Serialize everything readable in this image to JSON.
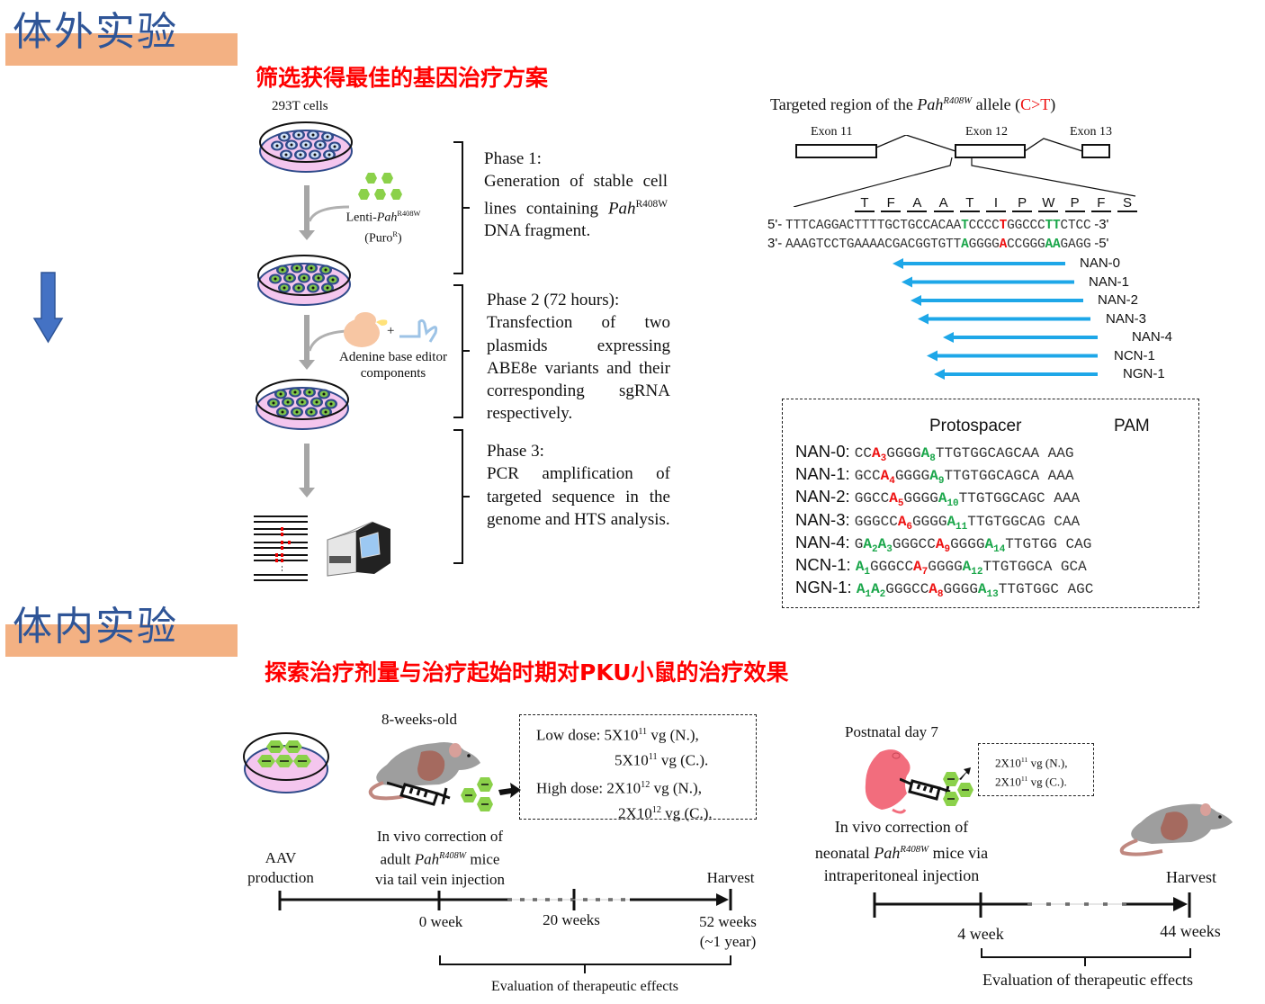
{
  "sections": {
    "in_vitro": {
      "title": "体外实验",
      "subtitle": "筛选获得最佳的基因治疗方案"
    },
    "in_vivo": {
      "title": "体内实验",
      "subtitle": "探索治疗剂量与治疗起始时期对PKU小鼠的治疗效果"
    }
  },
  "colors": {
    "title_blue": "#2f5597",
    "band_orange": "#f3b183",
    "subtitle_red": "#ff0000",
    "arrow_blue": "#4472c4",
    "guide_arrow": "#1ea7e8",
    "edit_red": "#ee1111",
    "edit_green": "#1aa64a"
  },
  "workflow": {
    "cells_label": "293T cells",
    "lenti_label": "Lenti-",
    "lenti_gene": "Pah",
    "lenti_sup": "R408W",
    "puro_label": "(Puro",
    "puro_sup": "R",
    "puro_close": ")",
    "abe_label_line1": "Adenine base editor",
    "abe_label_line2": "components",
    "plus": "+"
  },
  "phases": [
    {
      "title": "Phase 1:",
      "text_a": "Generation of stable cell lines containing ",
      "gene": "Pah",
      "sup": "R408W",
      "text_b": " DNA fragment."
    },
    {
      "title": "Phase 2 (72 hours):",
      "text": "Transfection of two plasmids expressing ABE8e variants and their corresponding sgRNA respectively."
    },
    {
      "title": "Phase 3:",
      "text": "PCR amplification of targeted sequence in the genome and HTS analysis."
    }
  ],
  "target_region": {
    "title_a": "Targeted region of the ",
    "gene": "Pah",
    "sup": "R408W",
    "title_b": " allele (",
    "mutation": "C>T",
    "title_c": ")",
    "exons": [
      "Exon 11",
      "Exon 12",
      "Exon 13"
    ],
    "amino_acids": [
      "T",
      "F",
      "A",
      "A",
      "T",
      "I",
      "P",
      "W",
      "P",
      "F",
      "S"
    ],
    "strand_top": {
      "left": "5'-",
      "right": "-3'",
      "segments": [
        {
          "t": "TTTCAGGACTTTTGCTGCCACAA",
          "c": ""
        },
        {
          "t": "T",
          "c": "g"
        },
        {
          "t": "CCCC",
          "c": ""
        },
        {
          "t": "T",
          "c": "r"
        },
        {
          "t": "GGCCC",
          "c": ""
        },
        {
          "t": "TT",
          "c": "g"
        },
        {
          "t": "CTCC",
          "c": ""
        }
      ]
    },
    "strand_bottom": {
      "left": "3'-",
      "right": "-5'",
      "segments": [
        {
          "t": "AAAGTCCTGAAAACGACGGTGTT",
          "c": ""
        },
        {
          "t": "A",
          "c": "g"
        },
        {
          "t": "GGGG",
          "c": ""
        },
        {
          "t": "A",
          "c": "r"
        },
        {
          "t": "CCGGG",
          "c": ""
        },
        {
          "t": "AA",
          "c": "g"
        },
        {
          "t": "GAGG",
          "c": ""
        }
      ]
    },
    "guides": [
      "NAN-0",
      "NAN-1",
      "NAN-2",
      "NAN-3",
      "NAN-4",
      "NCN-1",
      "NGN-1"
    ]
  },
  "protospacer_table": {
    "header_protospacer": "Protospacer",
    "header_pam": "PAM",
    "rows": [
      {
        "name": "NAN-0:",
        "seq": [
          {
            "t": "CC"
          },
          {
            "t": "A",
            "c": "r",
            "s": "3"
          },
          {
            "t": "GGGG"
          },
          {
            "t": "A",
            "c": "g",
            "s": "8"
          },
          {
            "t": "TTGTGGCAGCAA"
          }
        ],
        "pam": "AAG"
      },
      {
        "name": "NAN-1:",
        "seq": [
          {
            "t": "GCC"
          },
          {
            "t": "A",
            "c": "r",
            "s": "4"
          },
          {
            "t": "GGGG"
          },
          {
            "t": "A",
            "c": "g",
            "s": "9"
          },
          {
            "t": "TTGTGGCAGCA"
          }
        ],
        "pam": "AAA"
      },
      {
        "name": "NAN-2:",
        "seq": [
          {
            "t": "GGCC"
          },
          {
            "t": "A",
            "c": "r",
            "s": "5"
          },
          {
            "t": "GGGG"
          },
          {
            "t": "A",
            "c": "g",
            "s": "10"
          },
          {
            "t": "TTGTGGCAGC"
          }
        ],
        "pam": "AAA"
      },
      {
        "name": "NAN-3:",
        "seq": [
          {
            "t": "GGGCC"
          },
          {
            "t": "A",
            "c": "r",
            "s": "6"
          },
          {
            "t": "GGGG"
          },
          {
            "t": "A",
            "c": "g",
            "s": "11"
          },
          {
            "t": "TTGTGGCAG"
          }
        ],
        "pam": "CAA"
      },
      {
        "name": "NAN-4:",
        "seq": [
          {
            "t": "G"
          },
          {
            "t": "A",
            "c": "g",
            "s": "2"
          },
          {
            "t": "A",
            "c": "g",
            "s": "3"
          },
          {
            "t": "GGGCC"
          },
          {
            "t": "A",
            "c": "r",
            "s": "9"
          },
          {
            "t": "GGGG"
          },
          {
            "t": "A",
            "c": "g",
            "s": "14"
          },
          {
            "t": "TTGTGG"
          }
        ],
        "pam": "CAG"
      },
      {
        "name": "NCN-1:",
        "seq": [
          {
            "t": "A",
            "c": "g",
            "s": "1"
          },
          {
            "t": "GGGCC"
          },
          {
            "t": "A",
            "c": "r",
            "s": "7"
          },
          {
            "t": "GGGG"
          },
          {
            "t": "A",
            "c": "g",
            "s": "12"
          },
          {
            "t": "TTGTGGCA"
          }
        ],
        "pam": "GCA"
      },
      {
        "name": "NGN-1:",
        "seq": [
          {
            "t": "A",
            "c": "g",
            "s": "1"
          },
          {
            "t": "A",
            "c": "g",
            "s": "2"
          },
          {
            "t": "GGGCC"
          },
          {
            "t": "A",
            "c": "r",
            "s": "8"
          },
          {
            "t": "GGGG"
          },
          {
            "t": "A",
            "c": "g",
            "s": "13"
          },
          {
            "t": "TTGTGGC"
          }
        ],
        "pam": "AGC"
      }
    ]
  },
  "adult_study": {
    "age_label": "8-weeks-old",
    "dose_low_label": "Low dose: ",
    "dose_low_n": "5X10",
    "dose_low_n_exp": "11",
    "dose_low_n_unit": " vg (N.),",
    "dose_low_c": "5X10",
    "dose_low_c_exp": "11",
    "dose_low_c_unit": " vg (C.).",
    "dose_high_label": "High dose: ",
    "dose_high_n": "2X10",
    "dose_high_n_exp": "12",
    "dose_high_n_unit": " vg (N.),",
    "dose_high_c": "2X10",
    "dose_high_c_exp": "12",
    "dose_high_c_unit": " vg (C.).",
    "aav_line1": "AAV",
    "aav_line2": "production",
    "correction_line1": "In vivo correction of",
    "correction_line2a": "adult ",
    "correction_gene": "Pah",
    "correction_sup": "R408W",
    "correction_line2b": " mice",
    "correction_line3": "via tail vein injection",
    "harvest": "Harvest",
    "tick_labels": [
      "0 week",
      "20 weeks",
      "52 weeks"
    ],
    "tick_note": "(~1 year)",
    "evaluation": "Evaluation of therapeutic effects"
  },
  "neonatal_study": {
    "age_label": "Postnatal day 7",
    "dose_n": "2X10",
    "dose_n_exp": "11",
    "dose_n_unit": " vg (N.),",
    "dose_c": "2X10",
    "dose_c_exp": "11",
    "dose_c_unit": " vg (C.).",
    "correction_line1": "In vivo correction of",
    "correction_line2a": "neonatal ",
    "correction_gene": "Pah",
    "correction_sup": "R408W",
    "correction_line2b": " mice via",
    "correction_line3": "intraperitoneal injection",
    "harvest": "Harvest",
    "tick_labels": [
      "4 week",
      "44 weeks"
    ],
    "evaluation": "Evaluation of therapeutic effects"
  }
}
